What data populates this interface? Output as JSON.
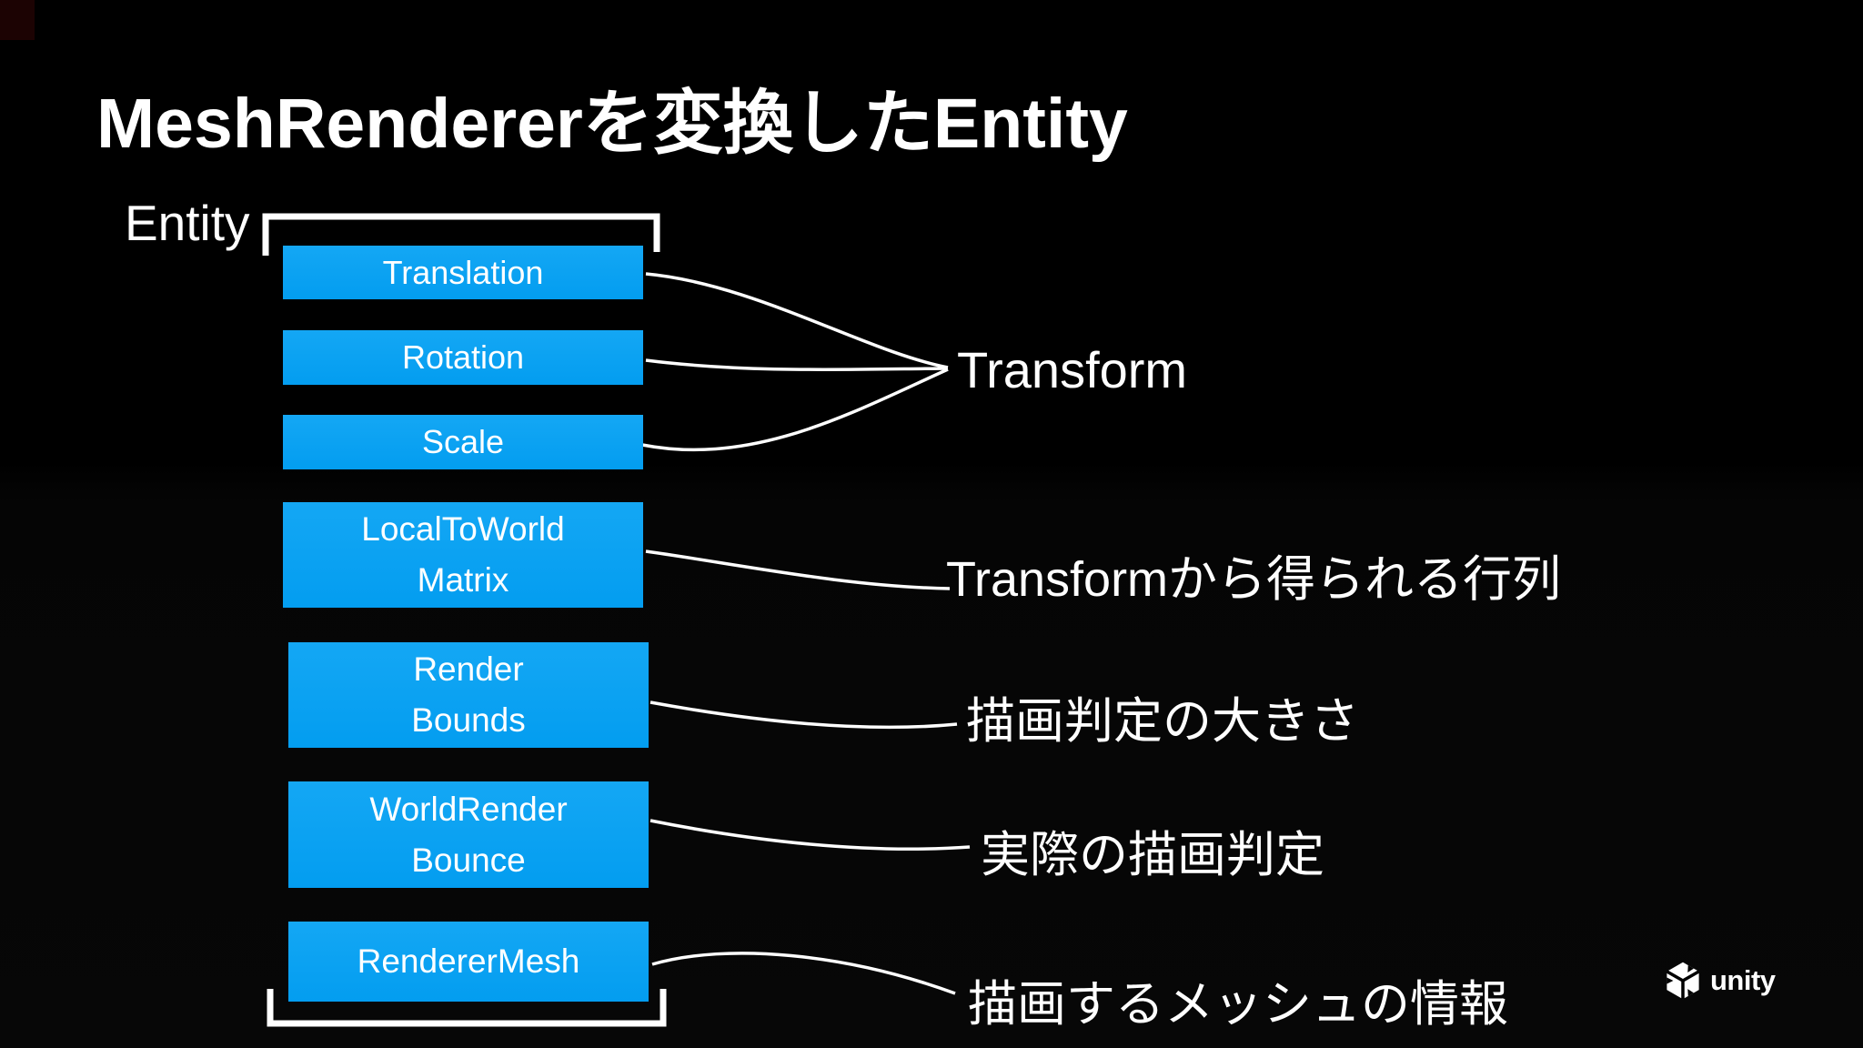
{
  "slide": {
    "title": "MeshRendererを変換したEntity",
    "diagram": {
      "entity_label": "Entity",
      "components": [
        {
          "label": "Translation"
        },
        {
          "label": "Rotation"
        },
        {
          "label": "Scale"
        },
        {
          "label": "LocalToWorld\nMatrix"
        },
        {
          "label": "Render\nBounds"
        },
        {
          "label": "WorldRender\nBounce"
        },
        {
          "label": "RendererMesh"
        }
      ],
      "annotations": [
        {
          "text": "Transform"
        },
        {
          "text": "Transformから得られる行列"
        },
        {
          "text": "描画判定の大きさ"
        },
        {
          "text": "実際の描画判定"
        },
        {
          "text": "描画するメッシュの情報"
        }
      ]
    },
    "footer": {
      "logo_text": "unity"
    },
    "colors": {
      "background": "#000000",
      "component_blue": "#0aa2f2",
      "text_white": "#ffffff"
    }
  }
}
